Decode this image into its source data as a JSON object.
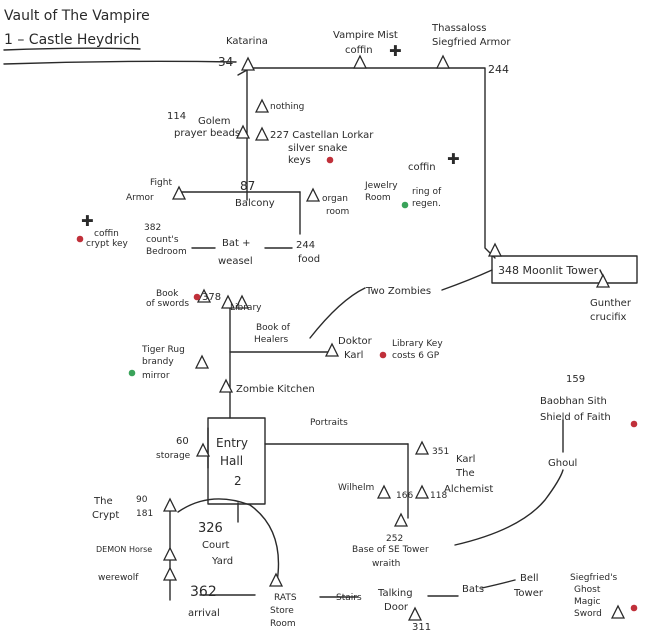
{
  "title": {
    "line1": "Vault of The Vampire",
    "line2": "1 – Castle Heydrich"
  },
  "colors": {
    "ink": "#2a2a2a",
    "red": "#c0303a",
    "green": "#3aa35a"
  },
  "labels": {
    "katarina": "Katarina",
    "n34": "34",
    "vampire_mist": "Vampire Mist",
    "coffin_top": "coffin",
    "thassaloss": "Thassaloss",
    "siegfried_armor": "Siegfried Armor",
    "n244": "244",
    "n114": "114",
    "golem": "Golem",
    "prayer_beads": "prayer beads",
    "nothing": "nothing",
    "n227_castellan": "227 Castellan Lorkar",
    "silver_snake": "silver snake",
    "keys": "keys",
    "coffin_right": "coffin",
    "fight": "Fight",
    "armor": "Armor",
    "n87": "87",
    "balcony": "Balcony",
    "organ1": "organ",
    "organ2": "room",
    "jewelry1": "Jewelry",
    "jewelry2": "Room",
    "ring1": "ring of",
    "ring2": "regen.",
    "coffin_left": "coffin",
    "crypt_key": "crypt key",
    "n382": "382",
    "countess": "count's",
    "bedroom": "Bedroom",
    "bat": "Bat +",
    "weasel": "weasel",
    "n244b": "244",
    "food": "food",
    "n348_tower": "348 Moonlit Tower",
    "gunther": "Gunther",
    "crucifix": "crucifix",
    "book_swords1": "Book",
    "book_swords2": "of swords",
    "n378": "378",
    "library": "Library",
    "two_zombies": "Two Zombies",
    "book_healers1": "Book of",
    "book_healers2": "Healers",
    "doktor1": "Doktor",
    "doktor2": "Karl",
    "library_key1": "Library Key",
    "library_key2": "costs 6 GP",
    "tiger_rug": "Tiger Rug",
    "brandy": "brandy",
    "mirror": "mirror",
    "zombie_kitchen": "Zombie Kitchen",
    "n159": "159",
    "baobhan": "Baobhan Sith",
    "shield": "Shield of Faith",
    "n60": "60",
    "storage": "storage",
    "entry1": "Entry",
    "entry2": "Hall",
    "entry3": "2",
    "portraits": "Portraits",
    "n351": "351",
    "karl1": "Karl",
    "karl2": "The",
    "karl3": "Alchemist",
    "ghoul": "Ghoul",
    "wilhelm": "Wilhelm",
    "n166": "166",
    "n118": "118",
    "the_crypt1": "The",
    "the_crypt2": "Crypt",
    "n90": "90",
    "n181": "181",
    "n326": "326",
    "court1": "Court",
    "court2": "Yard",
    "n252": "252",
    "base_se1": "Base of SE Tower",
    "base_se2": "wraith",
    "demon_horse": "DEMON Horse",
    "werewolf": "werewolf",
    "n362": "362",
    "arrival": "arrival",
    "rats1": "RATS",
    "rats2": "Store",
    "rats3": "Room",
    "stairs": "Stairs",
    "talking1": "Talking",
    "talking2": "Door",
    "talking3": "311",
    "bats": "Bats",
    "bell1": "Bell",
    "bell2": "Tower",
    "siegfried1": "Siegfried's",
    "siegfried2": "Ghost",
    "siegfried3": "Magic",
    "siegfried4": "Sword"
  }
}
